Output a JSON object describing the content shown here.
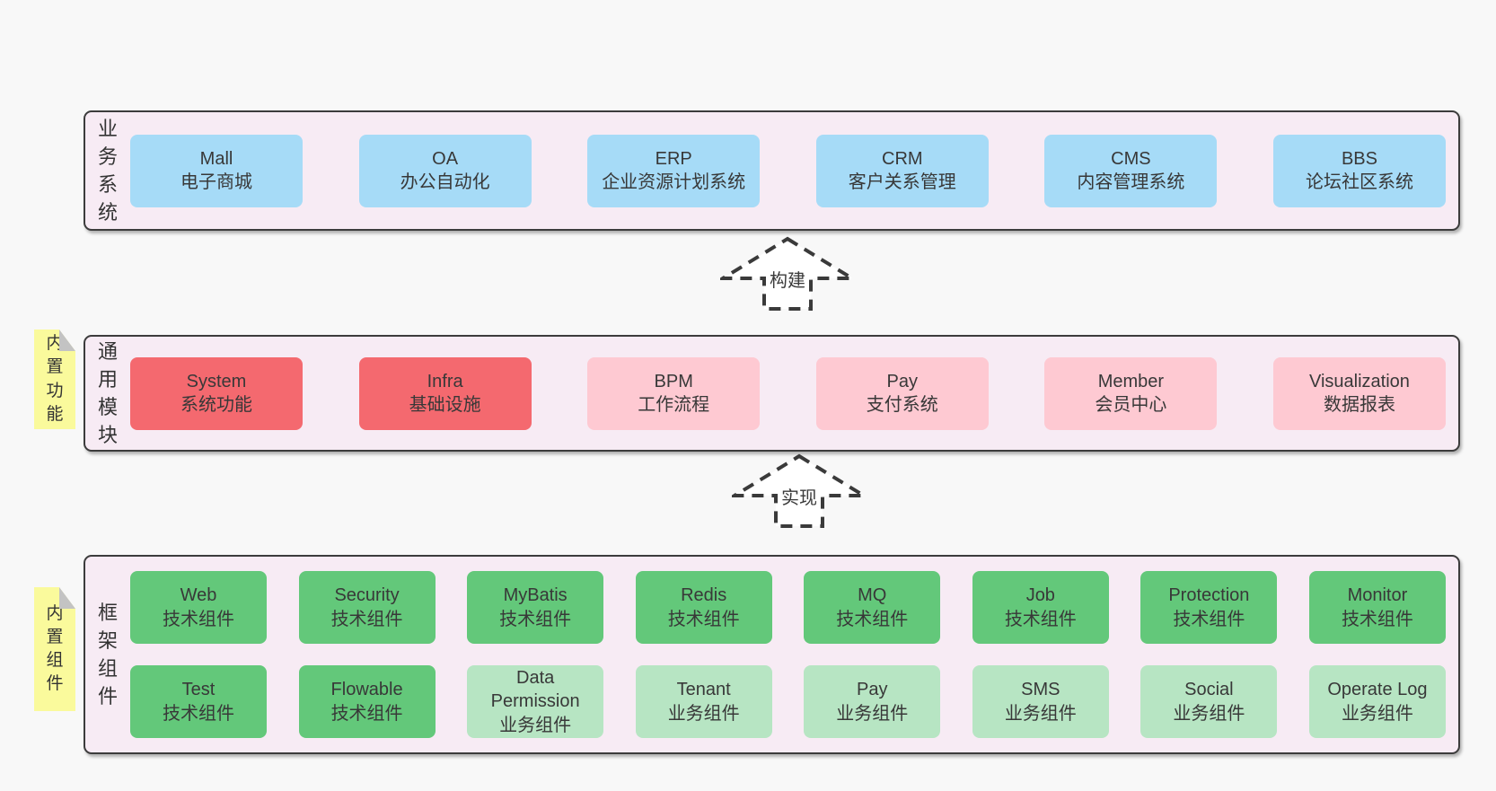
{
  "diagram": {
    "background": "#f8f8f8",
    "palette": {
      "panel_bg": "#f7ebf4",
      "panel_border": "#3c3c3c",
      "blue": "#a6dbf7",
      "red": "#f4696f",
      "pink": "#fec9d2",
      "green": "#63c87a",
      "green_light": "#b7e5c3",
      "tab_yellow": "#fafa9c",
      "text": "#383838"
    },
    "arrows": [
      {
        "label": "构建"
      },
      {
        "label": "实现"
      }
    ],
    "layers": [
      {
        "label": "业务系统",
        "boxes": [
          {
            "name": "Mall",
            "subtitle": "电子商城"
          },
          {
            "name": "OA",
            "subtitle": "办公自动化"
          },
          {
            "name": "ERP",
            "subtitle": "企业资源计划系统"
          },
          {
            "name": "CRM",
            "subtitle": "客户关系管理"
          },
          {
            "name": "CMS",
            "subtitle": "内容管理系统"
          },
          {
            "name": "BBS",
            "subtitle": "论坛社区系统"
          }
        ]
      },
      {
        "label": "通用模块",
        "tab": "内置功能",
        "boxes": [
          {
            "name": "System",
            "subtitle": "系统功能"
          },
          {
            "name": "Infra",
            "subtitle": "基础设施"
          },
          {
            "name": "BPM",
            "subtitle": "工作流程"
          },
          {
            "name": "Pay",
            "subtitle": "支付系统"
          },
          {
            "name": "Member",
            "subtitle": "会员中心"
          },
          {
            "name": "Visualization",
            "subtitle": "数据报表"
          }
        ]
      },
      {
        "label": "框架组件",
        "tab": "内置组件",
        "rows": [
          {
            "boxes": [
              {
                "name": "Web",
                "subtitle": "技术组件"
              },
              {
                "name": "Security",
                "subtitle": "技术组件"
              },
              {
                "name": "MyBatis",
                "subtitle": "技术组件"
              },
              {
                "name": "Redis",
                "subtitle": "技术组件"
              },
              {
                "name": "MQ",
                "subtitle": "技术组件"
              },
              {
                "name": "Job",
                "subtitle": "技术组件"
              },
              {
                "name": "Protection",
                "subtitle": "技术组件"
              },
              {
                "name": "Monitor",
                "subtitle": "技术组件"
              }
            ]
          },
          {
            "boxes": [
              {
                "name": "Test",
                "subtitle": "技术组件"
              },
              {
                "name": "Flowable",
                "subtitle": "技术组件"
              },
              {
                "name": "Data Permission",
                "subtitle": "业务组件"
              },
              {
                "name": "Tenant",
                "subtitle": "业务组件"
              },
              {
                "name": "Pay",
                "subtitle": "业务组件"
              },
              {
                "name": "SMS",
                "subtitle": "业务组件"
              },
              {
                "name": "Social",
                "subtitle": "业务组件"
              },
              {
                "name": "Operate Log",
                "subtitle": "业务组件"
              }
            ]
          }
        ]
      }
    ]
  }
}
